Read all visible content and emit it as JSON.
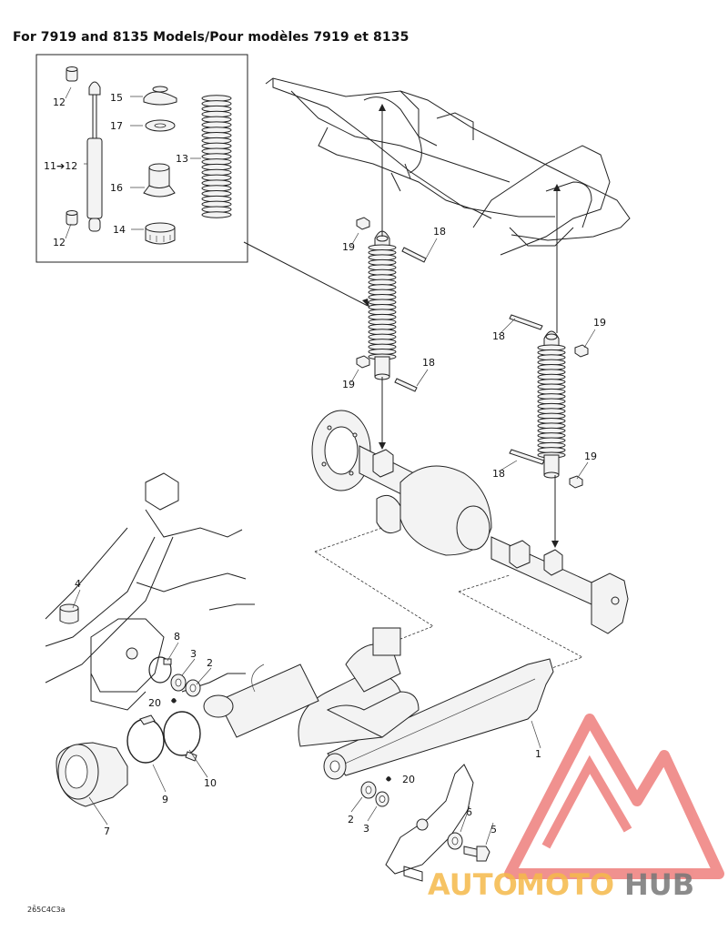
{
  "title": "For 7919 and 8135 Models/Pour modèles 7919 et 8135",
  "callouts": {
    "c12a": "12",
    "c15": "15",
    "c17": "17",
    "c11_12": "11➔12",
    "c13": "13",
    "c16": "16",
    "c12b": "12",
    "c14": "14",
    "c19a": "19",
    "c18a": "18",
    "c19b": "19",
    "c18b": "18",
    "c18c": "18",
    "c19c": "19",
    "c18d": "18",
    "c19d": "19",
    "c4": "4",
    "c8": "8",
    "c3a": "3",
    "c2a": "2",
    "c20a": "20",
    "c9": "9",
    "c10": "10",
    "c7": "7",
    "c1": "1",
    "c20b": "20",
    "c2b": "2",
    "c3b": "3",
    "c6": "6",
    "c5": "5"
  },
  "drawing_code": "26̄5C4C3a",
  "watermark": {
    "part1": "AUTO",
    "part2": "MOTO",
    "part3": "HUB",
    "color1": "#f5b94a",
    "color2": "#f5b94a",
    "color3": "#777777",
    "logo_color": "#e53935"
  }
}
